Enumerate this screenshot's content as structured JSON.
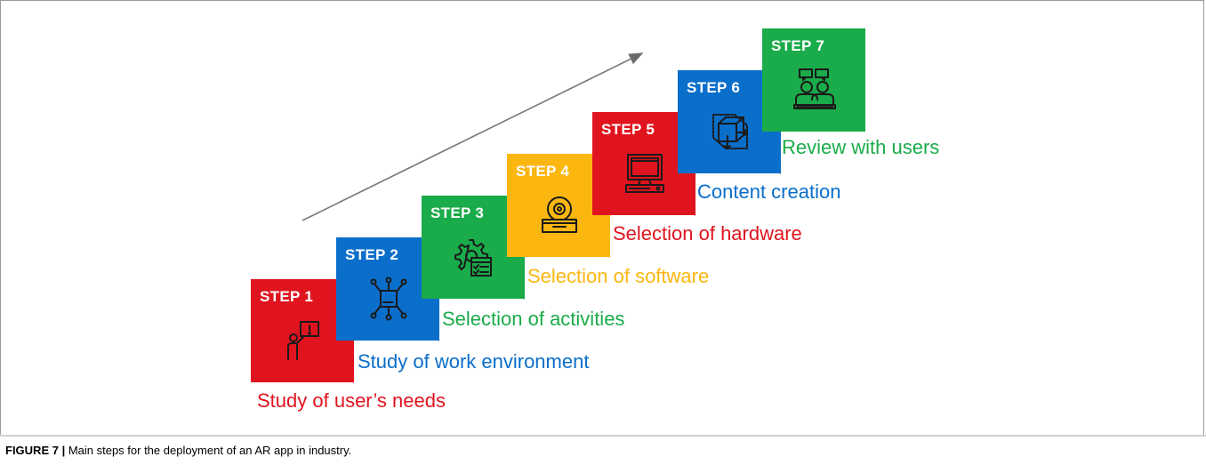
{
  "colors": {
    "red": "#e0141e",
    "blue": "#0a6ecb",
    "green": "#1aab4a",
    "yellow": "#fbb710",
    "red_shadow": "#8a2a1e",
    "blue_shadow": "#1d3f6e",
    "green_shadow": "#1d5a35",
    "yellow_shadow": "#9a6d14"
  },
  "steps": [
    {
      "title": "STEP 1",
      "label": "Study of user’s needs",
      "color": "red",
      "icon": "presenter-icon"
    },
    {
      "title": "STEP 2",
      "label": "Study of work environment",
      "color": "blue",
      "icon": "network-chip-icon"
    },
    {
      "title": "STEP 3",
      "label": "Selection of activities",
      "color": "green",
      "icon": "gear-checklist-icon"
    },
    {
      "title": "STEP 4",
      "label": "Selection of software",
      "color": "yellow",
      "icon": "disc-drive-icon"
    },
    {
      "title": "STEP 5",
      "label": "Selection of hardware",
      "color": "red",
      "icon": "computer-icon"
    },
    {
      "title": "STEP 6",
      "label": "Content  creation",
      "color": "blue",
      "icon": "cube-icon"
    },
    {
      "title": "STEP 7",
      "label": "Review with users",
      "color": "green",
      "icon": "users-chat-icon"
    }
  ],
  "caption": {
    "prefix": "FIGURE 7 |",
    "text": " Main steps for the deployment of an AR app in industry."
  }
}
